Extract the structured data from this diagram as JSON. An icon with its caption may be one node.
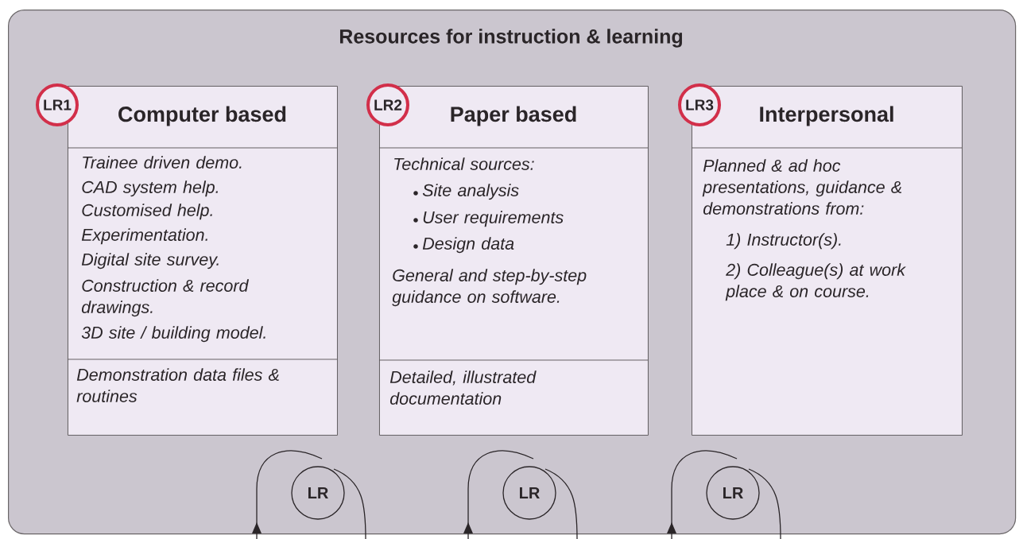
{
  "diagram": {
    "nodes": [
      {
        "text": [
          "Resources for instruction & learning"
        ]
      },
      {
        "text": [
          "LR1"
        ],
        "in": 0
      },
      {
        "text": [
          "Computer based",
          "Trainee driven demo.",
          "CAD system help.",
          "Customised help.",
          "Experimentation.",
          "Digital site survey.",
          "Construction & record drawings.",
          "3D site / building model.",
          "Demonstration data files & routines"
        ],
        "in": 0
      },
      {
        "text": [
          "LR2"
        ],
        "in": 0
      },
      {
        "text": [
          "Paper based",
          "Technical sources:",
          "Site analysis",
          "User requirements",
          "Design data",
          "General and step-by-step guidance on software.",
          "Detailed, illustrated documentation"
        ],
        "in": 0
      },
      {
        "text": [
          "LR3"
        ],
        "in": 0
      },
      {
        "text": [
          "Interpersonal",
          "Planned & ad hoc presentations, guidance & demonstrations from:",
          "1) Instructor(s).",
          "2) Colleague(s) at work place & on course."
        ],
        "in": 0
      },
      {
        "text": [
          "LR"
        ],
        "in": 0
      },
      {
        "text": [
          "LR"
        ],
        "in": 0
      },
      {
        "text": [
          "LR"
        ],
        "in": 0
      }
    ]
  }
}
